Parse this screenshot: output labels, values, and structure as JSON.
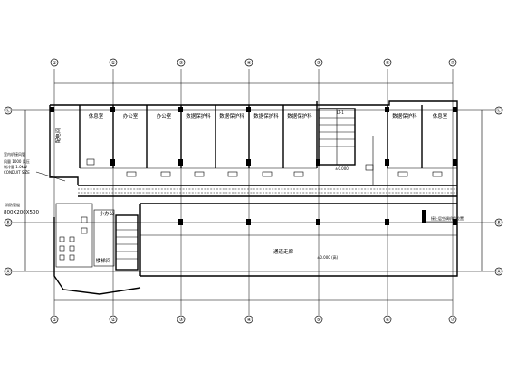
{
  "top_axes": [
    "①",
    "②",
    "③",
    "④",
    "⑤",
    "⑥",
    "⑦"
  ],
  "bottom_axes": [
    "①",
    "②",
    "③",
    "④",
    "⑤",
    "⑥",
    "⑦"
  ],
  "left_axes": [
    "Ⓒ",
    "Ⓑ",
    "Ⓐ"
  ],
  "right_axes": [
    "Ⓒ",
    "Ⓑ",
    "Ⓐ"
  ],
  "rooms": {
    "distribution": "配电间",
    "rest_left": "休息室",
    "office_1": "办公室",
    "office_2": "办公室",
    "maint_1": "数据保护科",
    "maint_2": "数据保护科",
    "maint_3": "数据保护科",
    "maint_4": "数据保护科",
    "maint_5": "数据保护科",
    "rest_right": "休息室",
    "corridor_main": "通道走廊",
    "stair_room": "楼梯间",
    "small_office": "小办公"
  },
  "notes": {
    "unit_title": "室内机接风管",
    "spec_1": "风量 1000 风压",
    "spec_2": "制冷量 1.0kW",
    "spec_3": "CONDUIT SIZE",
    "duct_size": "800X200X500",
    "fire_label": "消防管道",
    "level": "±0.000",
    "level_right": "±0.000 (高)",
    "right_note": "接上层空调机组位置",
    "stair_tag": "LT-1"
  }
}
